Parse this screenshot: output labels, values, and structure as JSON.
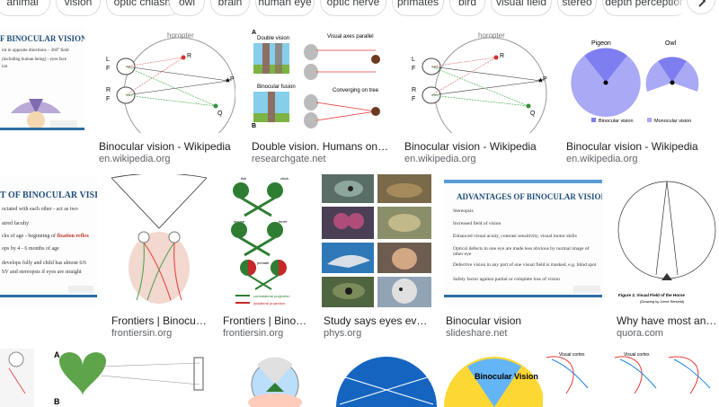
{
  "chips": [
    "animal",
    "vision",
    "optic chiasm",
    "owl",
    "brain",
    "human eye",
    "optic nerve",
    "primates",
    "bird",
    "visual field",
    "stereo",
    "depth perception"
  ],
  "row1": [
    {
      "caption": "",
      "domain": ""
    },
    {
      "caption": "Binocular vision - Wikipedia",
      "domain": "en.wikipedia.org"
    },
    {
      "caption": "Double vision. Humans only experie...",
      "domain": "researchgate.net"
    },
    {
      "caption": "Binocular vision - Wikipedia",
      "domain": "en.wikipedia.org"
    },
    {
      "caption": "Binocular vision - Wikipedia",
      "domain": "en.wikipedia.org"
    }
  ],
  "row2": [
    {
      "caption": "",
      "domain": ""
    },
    {
      "caption": "Frontiers | Binocular visi...",
      "domain": "frontiersin.org"
    },
    {
      "caption": "Frontiers | Binocular vi...",
      "domain": "frontiersin.org"
    },
    {
      "caption": "Study says eyes evolved fo...",
      "domain": "phys.org"
    },
    {
      "caption": "Binocular vision",
      "domain": "slideshare.net"
    },
    {
      "caption": "Why have most animal...",
      "domain": "quora.com"
    }
  ],
  "thumbs": {
    "slide1_title": "F BINOCULAR VISION",
    "slide1_lines": [
      "int in opposite directions – 360° field",
      "(including human being) - eyes face",
      "ion"
    ],
    "horopter": "horopter",
    "eye_letters": {
      "L": "L",
      "F": "F",
      "R": "R",
      "P": "P",
      "Q": "Q"
    },
    "double_vision": "Double vision",
    "axes_parallel": "Visual axes parallel",
    "binocular_fusion": "Binocular fusion",
    "converging": "Converging on tree",
    "panel_a": "A",
    "panel_b": "B",
    "pigeon": "Pigeon",
    "owl": "Owl",
    "legend_binocular": "Binocular vision",
    "legend_monocular": "Monocular vision",
    "slide2_title": "T OF BINOCULAR VISION",
    "slide2_lines": [
      "ociated with each other - act as two",
      "aired faculty",
      "cks of age - beginning of",
      "ops by 4 - 6 months of age",
      "develops fully and child has almost 6/6",
      "SV and stereopsis if eyes are straight"
    ],
    "fixation_reflex": "fixation reflex",
    "frog_labels": [
      "fish",
      "chick",
      "mouse",
      "ferret",
      "primate"
    ],
    "contra": "contralateral projection",
    "ipsi": "ipsilateral projection",
    "adv_title": "ADVANTAGES OF BINOCULAR VISION",
    "adv_items": [
      "Stereopsis",
      "Increased field of vision",
      "Enhanced visual acuity, contrast sensitivity, visual motor skills",
      "Optical defects in one eye are made less obvious by normal image of other eye",
      "Defective vision in any part of one visual field is masked, e.g. blind spot",
      "Safety factor against partial or complete loss of vision"
    ],
    "horse_caption": "Figure 2.  Visual Field of the Horse",
    "horse_credit": "(Drawing by Gerrit Rietveld)",
    "binocular_vision_label": "Binocular Vision",
    "visual_cortex": "Visual cortex"
  },
  "colors": {
    "chip_border": "#dadce0",
    "caption": "#202124",
    "domain": "#5f6368",
    "slide_blue": "#1f4e79"
  }
}
